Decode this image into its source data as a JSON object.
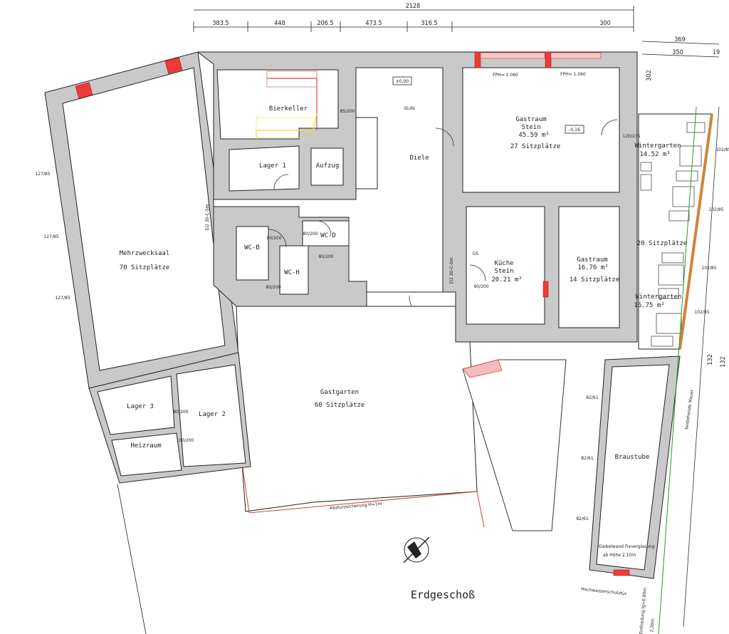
{
  "title": "Erdgeschoß",
  "colors": {
    "wall": "#c9c9c9",
    "fire_door": "#ee3a3a",
    "stair_up": "#e04040",
    "stair_down": "#f0e040",
    "property_line": "#2a9a2a",
    "facade": "#d2823a"
  },
  "dimensions": {
    "total": "2128",
    "segments": [
      "383.5",
      "448",
      "206.5",
      "473.5",
      "316.5",
      "300"
    ],
    "right_top": [
      "369",
      "350",
      "19",
      "302"
    ],
    "side": [
      "132",
      "132"
    ]
  },
  "rooms": [
    {
      "name": "Mehrzwecksaal",
      "seats": "70 Sitzplätze"
    },
    {
      "name": "Bierkeller"
    },
    {
      "name": "Lager 1"
    },
    {
      "name": "Aufzug"
    },
    {
      "name": "Diele",
      "note": "Stufe"
    },
    {
      "name": "WC-B"
    },
    {
      "name": "WC-D"
    },
    {
      "name": "WC-H"
    },
    {
      "name": "Gastraum",
      "sub": "Stein",
      "area": "45.59 m²",
      "seats": "27 Sitzplätze"
    },
    {
      "name": "Küche",
      "sub": "Stein",
      "area": "20.21 m²"
    },
    {
      "name": "Gastraum",
      "area": "16.76 m²",
      "seats": "14 Sitzplätze"
    },
    {
      "name": "Wintergarten",
      "area": "14.52 m²"
    },
    {
      "name": "Wintergarten",
      "area": "16.75 m²",
      "seats": "20 Sitzplätze"
    },
    {
      "name": "Gastgarten",
      "seats": "60 Sitzplätze"
    },
    {
      "name": "Lager 3"
    },
    {
      "name": "Lager 2"
    },
    {
      "name": "Heizraum"
    },
    {
      "name": "Braustube"
    }
  ],
  "levels": [
    "±0,00",
    "-0,16"
  ],
  "notes": {
    "fph1": "FPH= 1.060",
    "fph2": "FPH= 1.060",
    "stufe": "Stufe",
    "absturz": "Absturzsicherung H=1m",
    "giebel1": "Giebelwand Fixverglasung",
    "giebel2": "ab Höhe 2,10m",
    "hochwasser": "Hochwasserschutztür",
    "mauer": "bestehende Mauer",
    "einfriedung": "Einfriedung lg=6,80m",
    "einfriedung2": "2,30m",
    "gs": "GS",
    "fire_rating": "EI2 30-C-Sm"
  },
  "openings": {
    "window_127_85": "127/85",
    "window_102_85": "102/85",
    "window_82_61": "82/61",
    "door_80_200": "80/200",
    "door_90_200": "90/200",
    "door_100_200": "100/200",
    "door_120_235": "120/235",
    "door_85_200": "85/200"
  }
}
